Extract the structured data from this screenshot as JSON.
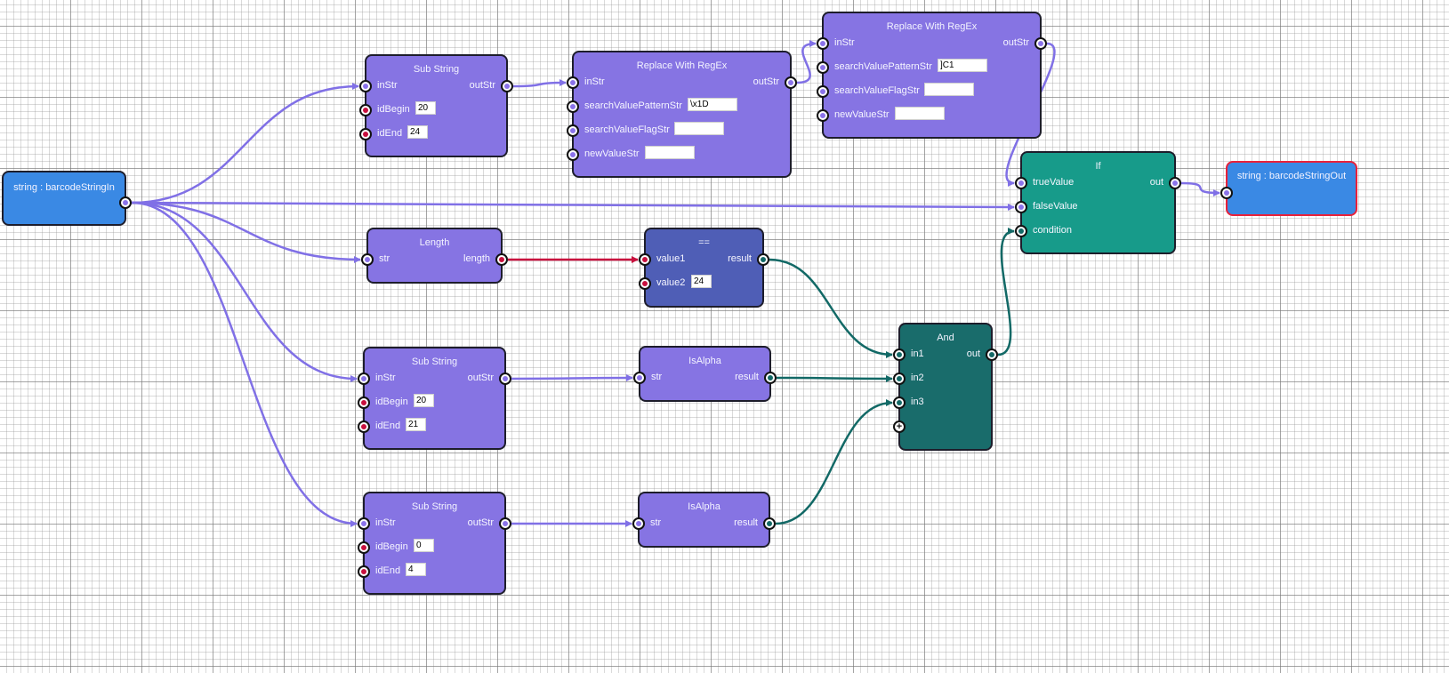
{
  "graph": {
    "colors": {
      "string_wire": "#8070e6",
      "number_wire": "#c8103e",
      "boolean_wire": "#126966",
      "string_node": "#8674e3",
      "compare_node": "#4f5eb6",
      "if_node": "#179b8a",
      "and_node": "#196c6b",
      "io_node": "#3a89e4",
      "selected_border": "#e8213a"
    },
    "input_node": {
      "title": "string : barcodeStringIn"
    },
    "output_node": {
      "title": "string : barcodeStringOut",
      "selected": true
    },
    "substring_top": {
      "title": "Sub String",
      "in_label": "inStr",
      "out_label": "outStr",
      "begin_label": "idBegin",
      "begin_value": "20",
      "end_label": "idEnd",
      "end_value": "24"
    },
    "regex_1": {
      "title": "Replace With RegEx",
      "in_label": "inStr",
      "out_label": "outStr",
      "pattern_label": "searchValuePatternStr",
      "pattern_value": "\\x1D",
      "flag_label": "searchValueFlagStr",
      "flag_value": "",
      "newvalue_label": "newValueStr",
      "newvalue_value": ""
    },
    "regex_2": {
      "title": "Replace With RegEx",
      "in_label": "inStr",
      "out_label": "outStr",
      "pattern_label": "searchValuePatternStr",
      "pattern_value": "]C1",
      "flag_label": "searchValueFlagStr",
      "flag_value": "",
      "newvalue_label": "newValueStr",
      "newvalue_value": ""
    },
    "if_node": {
      "title": "If",
      "true_label": "trueValue",
      "false_label": "falseValue",
      "condition_label": "condition",
      "out_label": "out"
    },
    "length_node": {
      "title": "Length",
      "in_label": "str",
      "out_label": "length"
    },
    "equals_node": {
      "title": "==",
      "value1_label": "value1",
      "value2_label": "value2",
      "value2_value": "24",
      "out_label": "result"
    },
    "substring_mid": {
      "title": "Sub String",
      "in_label": "inStr",
      "out_label": "outStr",
      "begin_label": "idBegin",
      "begin_value": "20",
      "end_label": "idEnd",
      "end_value": "21"
    },
    "substring_bottom": {
      "title": "Sub String",
      "in_label": "inStr",
      "out_label": "outStr",
      "begin_label": "idBegin",
      "begin_value": "0",
      "end_label": "idEnd",
      "end_value": "4"
    },
    "isalpha_mid": {
      "title": "IsAlpha",
      "in_label": "str",
      "out_label": "result"
    },
    "isalpha_bottom": {
      "title": "IsAlpha",
      "in_label": "str",
      "out_label": "result"
    },
    "and_node": {
      "title": "And",
      "in1_label": "in1",
      "in2_label": "in2",
      "in3_label": "in3",
      "out_label": "out",
      "add_input_icon": "plus-icon"
    },
    "connections": [
      {
        "from": "input_node.out",
        "to": "substring_top.inStr",
        "type": "string"
      },
      {
        "from": "input_node.out",
        "to": "if_node.falseValue",
        "type": "string"
      },
      {
        "from": "input_node.out",
        "to": "length_node.str",
        "type": "string"
      },
      {
        "from": "input_node.out",
        "to": "substring_mid.inStr",
        "type": "string"
      },
      {
        "from": "input_node.out",
        "to": "substring_bottom.inStr",
        "type": "string"
      },
      {
        "from": "substring_top.outStr",
        "to": "regex_1.inStr",
        "type": "string"
      },
      {
        "from": "regex_1.outStr",
        "to": "regex_2.inStr",
        "type": "string"
      },
      {
        "from": "regex_2.outStr",
        "to": "if_node.trueValue",
        "type": "string"
      },
      {
        "from": "if_node.out",
        "to": "output_node.in",
        "type": "string"
      },
      {
        "from": "length_node.length",
        "to": "equals_node.value1",
        "type": "number"
      },
      {
        "from": "equals_node.result",
        "to": "and_node.in1",
        "type": "boolean"
      },
      {
        "from": "substring_mid.outStr",
        "to": "isalpha_mid.str",
        "type": "string"
      },
      {
        "from": "isalpha_mid.result",
        "to": "and_node.in2",
        "type": "boolean"
      },
      {
        "from": "substring_bottom.outStr",
        "to": "isalpha_bottom.str",
        "type": "string"
      },
      {
        "from": "isalpha_bottom.result",
        "to": "and_node.in3",
        "type": "boolean"
      },
      {
        "from": "and_node.out",
        "to": "if_node.condition",
        "type": "boolean"
      }
    ]
  }
}
